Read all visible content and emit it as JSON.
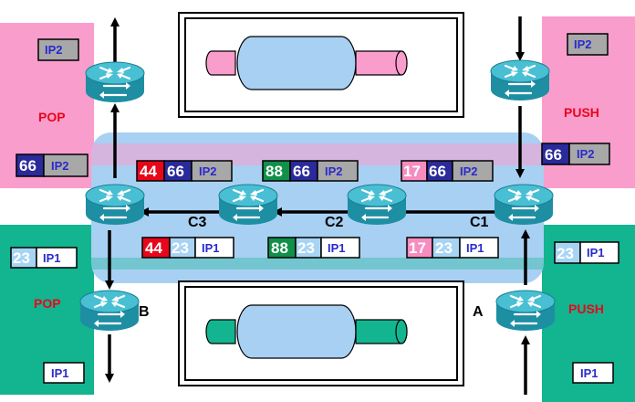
{
  "colors": {
    "pink": "#f99dcd",
    "green": "#12b58f",
    "tunnel": "#a8d0f2",
    "router": "#2aa6bd",
    "router_top": "#52c4d8",
    "red_text": "#e8061a",
    "label_bg": "#a8a8a8",
    "label_text": "#2a2acc",
    "dark_blue": "#2a2a9a",
    "light_blue": "#a8d4f4",
    "red_label": "#e8061a",
    "green_label": "#109048",
    "pink_label": "#f68cbf"
  },
  "nodes": {
    "c1": "C1",
    "c2": "C2",
    "c3": "C3",
    "a": "A",
    "b": "B"
  },
  "actions": {
    "top_left": "POP",
    "top_right": "PUSH",
    "bottom_left": "POP",
    "bottom_right": "PUSH"
  },
  "top_lsp": {
    "ingress_in": "IP2",
    "after_push": {
      "label": "66",
      "payload": "IP2"
    },
    "hop_c1": {
      "outer": "17",
      "inner": "66",
      "payload": "IP2"
    },
    "hop_c2": {
      "outer": "88",
      "inner": "66",
      "payload": "IP2"
    },
    "hop_c3": {
      "outer": "44",
      "inner": "66",
      "payload": "IP2"
    },
    "before_pop": {
      "label": "66",
      "payload": "IP2"
    },
    "egress_out": "IP2"
  },
  "bottom_lsp": {
    "ingress_in": "IP1",
    "after_push": {
      "label": "23",
      "payload": "IP1"
    },
    "hop_c1": {
      "outer": "17",
      "inner": "23",
      "payload": "IP1"
    },
    "hop_c2": {
      "outer": "88",
      "inner": "23",
      "payload": "IP1"
    },
    "hop_c3": {
      "outer": "44",
      "inner": "23",
      "payload": "IP1"
    },
    "before_pop": {
      "label": "23",
      "payload": "IP1"
    },
    "egress_out": "IP1"
  },
  "icons": {
    "router": "router-icon",
    "tunnel": "tunnel-pipe-icon",
    "arrow": "arrow-icon"
  }
}
